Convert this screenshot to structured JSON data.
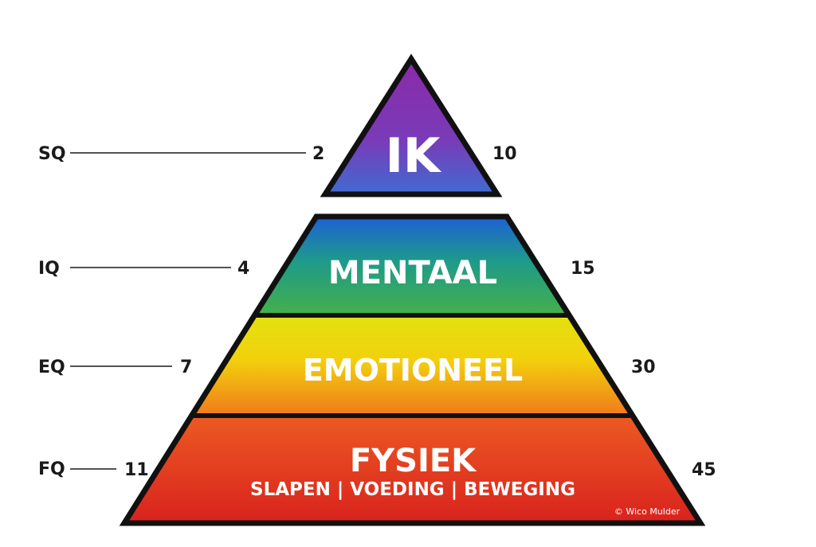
{
  "pyramid": {
    "levels": [
      {
        "key": "ik",
        "label": "IK",
        "sub": "",
        "left_label": "SQ",
        "left_value": "2",
        "right_value": "10",
        "colors": [
          "#8a2aa8",
          "#3f6bd1"
        ]
      },
      {
        "key": "mentaal",
        "label": "MENTAAL",
        "sub": "",
        "left_label": "IQ",
        "left_value": "4",
        "right_value": "15",
        "colors": [
          "#1e5fd6",
          "#44b04a"
        ]
      },
      {
        "key": "emotioneel",
        "label": "EMOTIONEEL",
        "sub": "",
        "left_label": "EQ",
        "left_value": "7",
        "right_value": "30",
        "colors": [
          "#d6e012",
          "#f07a1c"
        ]
      },
      {
        "key": "fysiek",
        "label": "FYSIEK",
        "sub": "SLAPEN | VOEDING | BEWEGING",
        "left_label": "FQ",
        "left_value": "11",
        "right_value": "45",
        "colors": [
          "#ea5a22",
          "#d9221e"
        ]
      }
    ],
    "copyright": "© Wico Mulder"
  }
}
